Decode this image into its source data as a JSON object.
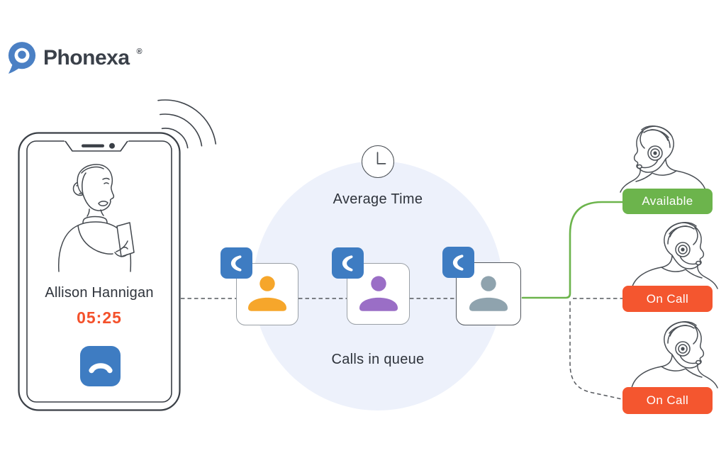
{
  "logo": {
    "brand": "Phonexa",
    "trademark": "®"
  },
  "caller_phone": {
    "name": "Allison Hannigan",
    "timer": "05:25"
  },
  "queue": {
    "average_time_label": "Average Time",
    "calls_in_queue_label": "Calls in queue",
    "callers": [
      {
        "name": "caller-1",
        "color": "#F6A62B"
      },
      {
        "name": "caller-2",
        "color": "#9A6EC6"
      },
      {
        "name": "caller-3",
        "color": "#8FA3AE"
      }
    ]
  },
  "agents": [
    {
      "name": "agent-1",
      "status": "Available",
      "status_color": "#6CB44C"
    },
    {
      "name": "agent-2",
      "status": "On Call",
      "status_color": "#F4562F"
    },
    {
      "name": "agent-3",
      "status": "On Call",
      "status_color": "#F4562F"
    }
  ],
  "colors": {
    "brand_blue": "#4B80C4",
    "action_blue": "#3E7CC2",
    "timer_red": "#F4512B",
    "available_green": "#6CB44C",
    "on_call_orange": "#F4562F",
    "circle_background": "#EDF1FB"
  }
}
